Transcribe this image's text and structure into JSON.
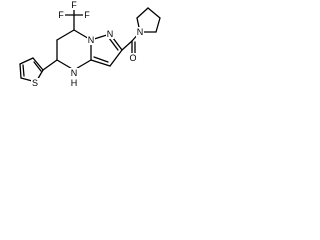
{
  "molecule": {
    "atoms": {
      "F_top": "F",
      "F_left": "F",
      "F_right": "F",
      "N_pyrazole_top": "N",
      "N_pyrazole": "N",
      "N_pyrrolidine": "N",
      "NH": "N",
      "H": "H",
      "S": "S",
      "O": "O"
    },
    "colors": {
      "bond": "#000000",
      "label": "#000000",
      "background": "#ffffff"
    }
  }
}
